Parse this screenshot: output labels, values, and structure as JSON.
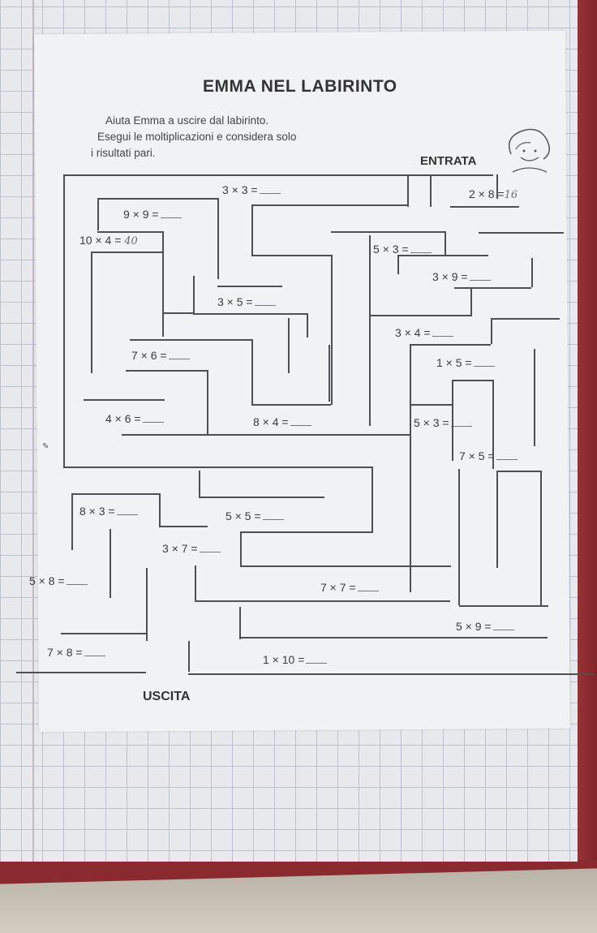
{
  "worksheet": {
    "title": "EMMA NEL LABIRINTO",
    "instructions": [
      "Aiuta Emma a uscire dal labirinto.",
      "Esegui le moltiplicazioni e considera solo",
      "i risultati pari."
    ],
    "entrance_label": "ENTRATA",
    "exit_label": "USCITA"
  },
  "equations": [
    {
      "text": "3 × 3 =",
      "answer": ""
    },
    {
      "text": "2 × 8 =",
      "answer": "16"
    },
    {
      "text": "9 × 9 =",
      "answer": ""
    },
    {
      "text": "10 × 4 =",
      "answer": "40"
    },
    {
      "text": "5 × 3 =",
      "answer": ""
    },
    {
      "text": "3 × 9 =",
      "answer": ""
    },
    {
      "text": "3 × 5 =",
      "answer": ""
    },
    {
      "text": "3 × 4 =",
      "answer": ""
    },
    {
      "text": "7 × 6 =",
      "answer": ""
    },
    {
      "text": "1 × 5 =",
      "answer": ""
    },
    {
      "text": "4 × 6 =",
      "answer": ""
    },
    {
      "text": "8 × 4 =",
      "answer": ""
    },
    {
      "text": "5 × 3 =",
      "answer": ""
    },
    {
      "text": "7 × 5 =",
      "answer": ""
    },
    {
      "text": "8 × 3 =",
      "answer": ""
    },
    {
      "text": "5 × 5 =",
      "answer": ""
    },
    {
      "text": "3 × 7 =",
      "answer": ""
    },
    {
      "text": "5 × 8 =",
      "answer": ""
    },
    {
      "text": "7 × 7 =",
      "answer": ""
    },
    {
      "text": "5 × 9 =",
      "answer": ""
    },
    {
      "text": "7 × 8 =",
      "answer": ""
    },
    {
      "text": "1 × 10 =",
      "answer": ""
    }
  ],
  "colors": {
    "wall": "#4d4f55",
    "paper": "#f1f2f4",
    "notebook_grid": "#b9c3d2",
    "cover": "#8a2a2e"
  }
}
